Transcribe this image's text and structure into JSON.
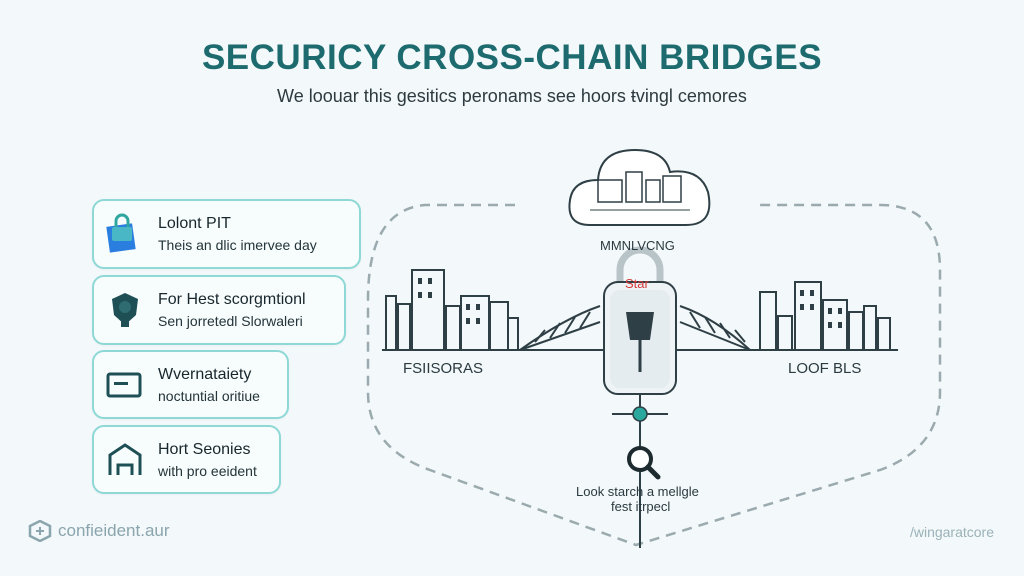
{
  "title": "SECURICY CROSS-CHAIN BRIDGES",
  "subtitle": "We loouar this gesitics peronams see hoors ŧvingl cemores",
  "cards": [
    {
      "line1": "Lolont PIT",
      "line2": "Theis an dlic imervee day",
      "icon": "blue-square-lock-icon"
    },
    {
      "line1": "For Hest scorgmtionl",
      "line2": "Sen jorretedl Slorwaleri",
      "icon": "shield-badge-icon"
    },
    {
      "line1": "Wvernataiety",
      "line2": "noctuntial oritiue",
      "icon": "monitor-icon"
    },
    {
      "line1": "Hort Seonies",
      "line2": "with pro eeident",
      "icon": "house-icon"
    }
  ],
  "diagram": {
    "cloud_label": "MMNLVCNG",
    "lock_label": "Star",
    "left_city_label": "FSIISORAS",
    "right_city_label": "LOOF BLS",
    "search_text_line1": "Look starch a mellgle",
    "search_text_line2": "fest itrpecl"
  },
  "footer": {
    "brand": "confieident.aur",
    "corner": "/wingaratcore"
  },
  "colors": {
    "teal": "#1d6b6e",
    "card_border": "#8ed8d6",
    "accent_red": "#d63b3b",
    "line": "#2e3f45"
  }
}
